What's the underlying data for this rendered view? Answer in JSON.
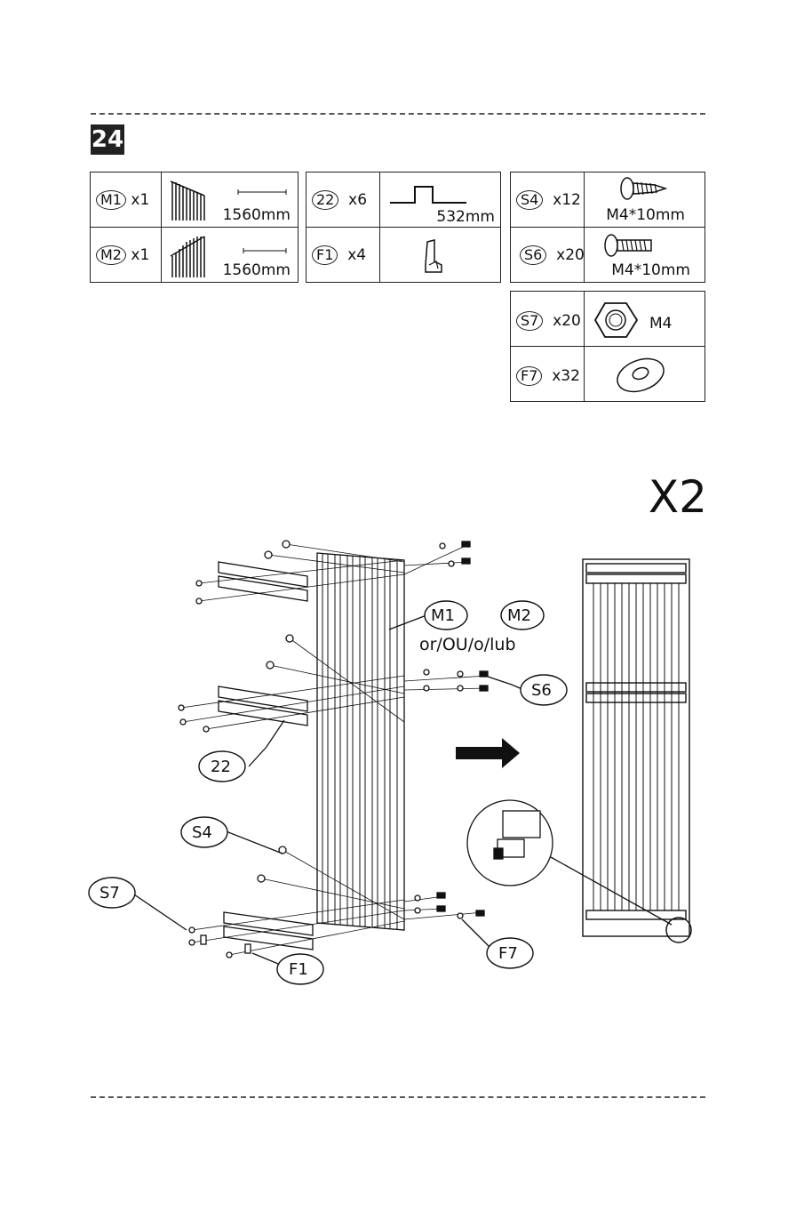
{
  "step_number": "24",
  "multiplier": "X2",
  "parts": {
    "m1": {
      "code": "M1",
      "qty": "x1",
      "dim": "1560mm"
    },
    "m2": {
      "code": "M2",
      "qty": "x1",
      "dim": "1560mm"
    },
    "p22": {
      "code": "22",
      "qty": "x6",
      "dim": "532mm"
    },
    "f1": {
      "code": "F1",
      "qty": "x4"
    },
    "s4": {
      "code": "S4",
      "qty": "x12",
      "dim": "M4*10mm"
    },
    "s6": {
      "code": "S6",
      "qty": "x20",
      "dim": "M4*10mm"
    },
    "s7": {
      "code": "S7",
      "qty": "x20",
      "dim": "M4"
    },
    "f7": {
      "code": "F7",
      "qty": "x32"
    }
  },
  "callouts": {
    "m1": "M1",
    "m2": "M2",
    "or_text": "or/OU/o/lub",
    "s6": "S6",
    "p22": "22",
    "s4": "S4",
    "s7": "S7",
    "f1": "F1",
    "f7": "F7"
  }
}
